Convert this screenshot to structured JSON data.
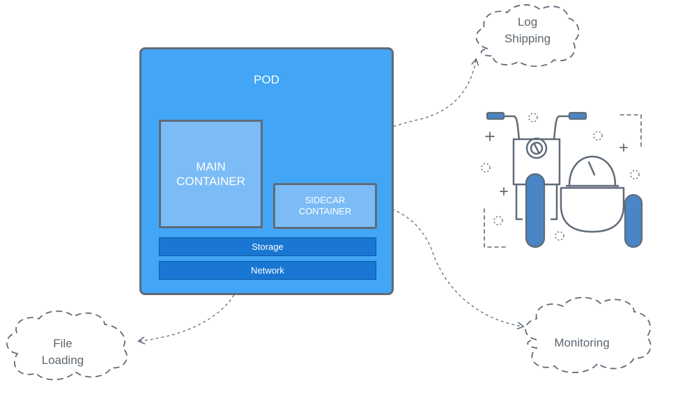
{
  "pod": {
    "title": "POD",
    "main_container": {
      "line1": "MAIN",
      "line2": "CONTAINER"
    },
    "sidecar_container": {
      "line1": "SIDECAR",
      "line2": "CONTAINER"
    },
    "storage_label": "Storage",
    "network_label": "Network"
  },
  "clouds": {
    "log_shipping": {
      "line1": "Log",
      "line2": "Shipping"
    },
    "file_loading": {
      "line1": "File",
      "line2": "Loading"
    },
    "monitoring": {
      "line1": "Monitoring"
    }
  },
  "colors": {
    "pod_fill": "#42a5f5",
    "container_fill": "#7bbcf7",
    "bar_fill": "#1976d2",
    "outline": "#5f6b78",
    "cloud_text": "#5c6670",
    "icon_blue": "#4a86c5"
  },
  "icons": {
    "illustration": "motorcycle-sidecar-icon"
  }
}
